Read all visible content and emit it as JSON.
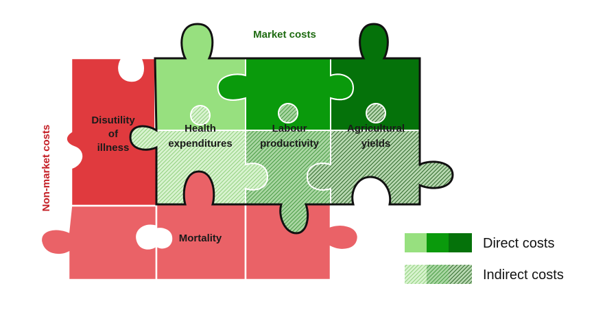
{
  "titles": {
    "market": "Market costs",
    "non_market": "Non-market costs"
  },
  "pieces": {
    "disutility": [
      "Disutility",
      "of",
      "illness"
    ],
    "health": [
      "Health",
      "expenditures"
    ],
    "labour": [
      "Labour",
      "productivity"
    ],
    "agricultural": [
      "Agricultural",
      "yields"
    ],
    "mortality": [
      "Mortality"
    ]
  },
  "legend": {
    "direct": "Direct costs",
    "indirect": "Indirect costs"
  },
  "colors": {
    "red_dark": "#e03a3e",
    "red_light": "#ea6267",
    "green_light": "#97e07f",
    "green_mid": "#0a9a0c",
    "green_dark": "#05720a",
    "market_title": "#1f6b12",
    "non_market_title": "#c41e25"
  }
}
